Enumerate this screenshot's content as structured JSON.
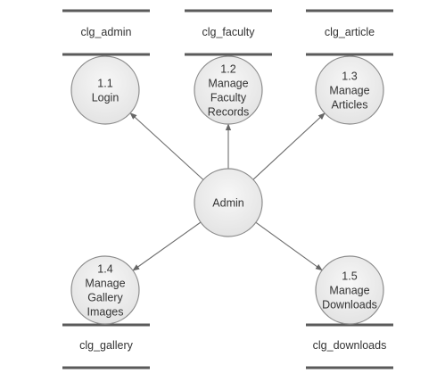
{
  "data_stores": [
    {
      "id": "store-clg-admin",
      "label": "clg_admin"
    },
    {
      "id": "store-clg-faculty",
      "label": "clg_faculty"
    },
    {
      "id": "store-clg-article",
      "label": "clg_article"
    },
    {
      "id": "store-clg-gallery",
      "label": "clg_gallery"
    },
    {
      "id": "store-clg-downloads",
      "label": "clg_downloads"
    }
  ],
  "processes": [
    {
      "id": "process-1-1",
      "lines": [
        "1.1",
        "Login"
      ]
    },
    {
      "id": "process-1-2",
      "lines": [
        "1.2",
        "Manage",
        "Faculty",
        "Records"
      ]
    },
    {
      "id": "process-1-3",
      "lines": [
        "1.3",
        "Manage",
        "Articles"
      ]
    },
    {
      "id": "process-1-4",
      "lines": [
        "1.4",
        "Manage",
        "Gallery",
        "Images"
      ]
    },
    {
      "id": "process-1-5",
      "lines": [
        "1.5",
        "Manage",
        "Downloads"
      ]
    }
  ],
  "entity": {
    "id": "entity-admin",
    "label": "Admin"
  },
  "flows": [
    {
      "from": "entity-admin",
      "to": "process-1-1"
    },
    {
      "from": "entity-admin",
      "to": "process-1-2"
    },
    {
      "from": "entity-admin",
      "to": "process-1-3"
    },
    {
      "from": "entity-admin",
      "to": "process-1-4"
    },
    {
      "from": "entity-admin",
      "to": "process-1-5"
    }
  ]
}
